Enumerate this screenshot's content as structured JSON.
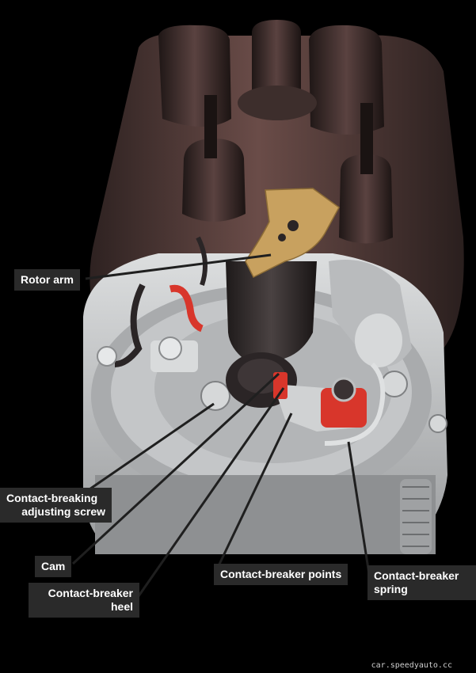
{
  "labels": {
    "rotor_arm": "Rotor arm",
    "adjusting_screw": [
      "Contact-breaking",
      "adjusting screw"
    ],
    "cam": "Cam",
    "heel": [
      "Contact-breaker",
      "heel"
    ],
    "points": "Contact-breaker points",
    "spring": [
      "Contact-breaker",
      "spring"
    ]
  },
  "watermark": "car.speedyauto.cc",
  "colors": {
    "background": "#000000",
    "cap": "#4a3634",
    "label_bg": "#2a2a2a",
    "metal": "#c9cbcc",
    "rotor": "#c8a15f",
    "red": "#d8362b"
  }
}
